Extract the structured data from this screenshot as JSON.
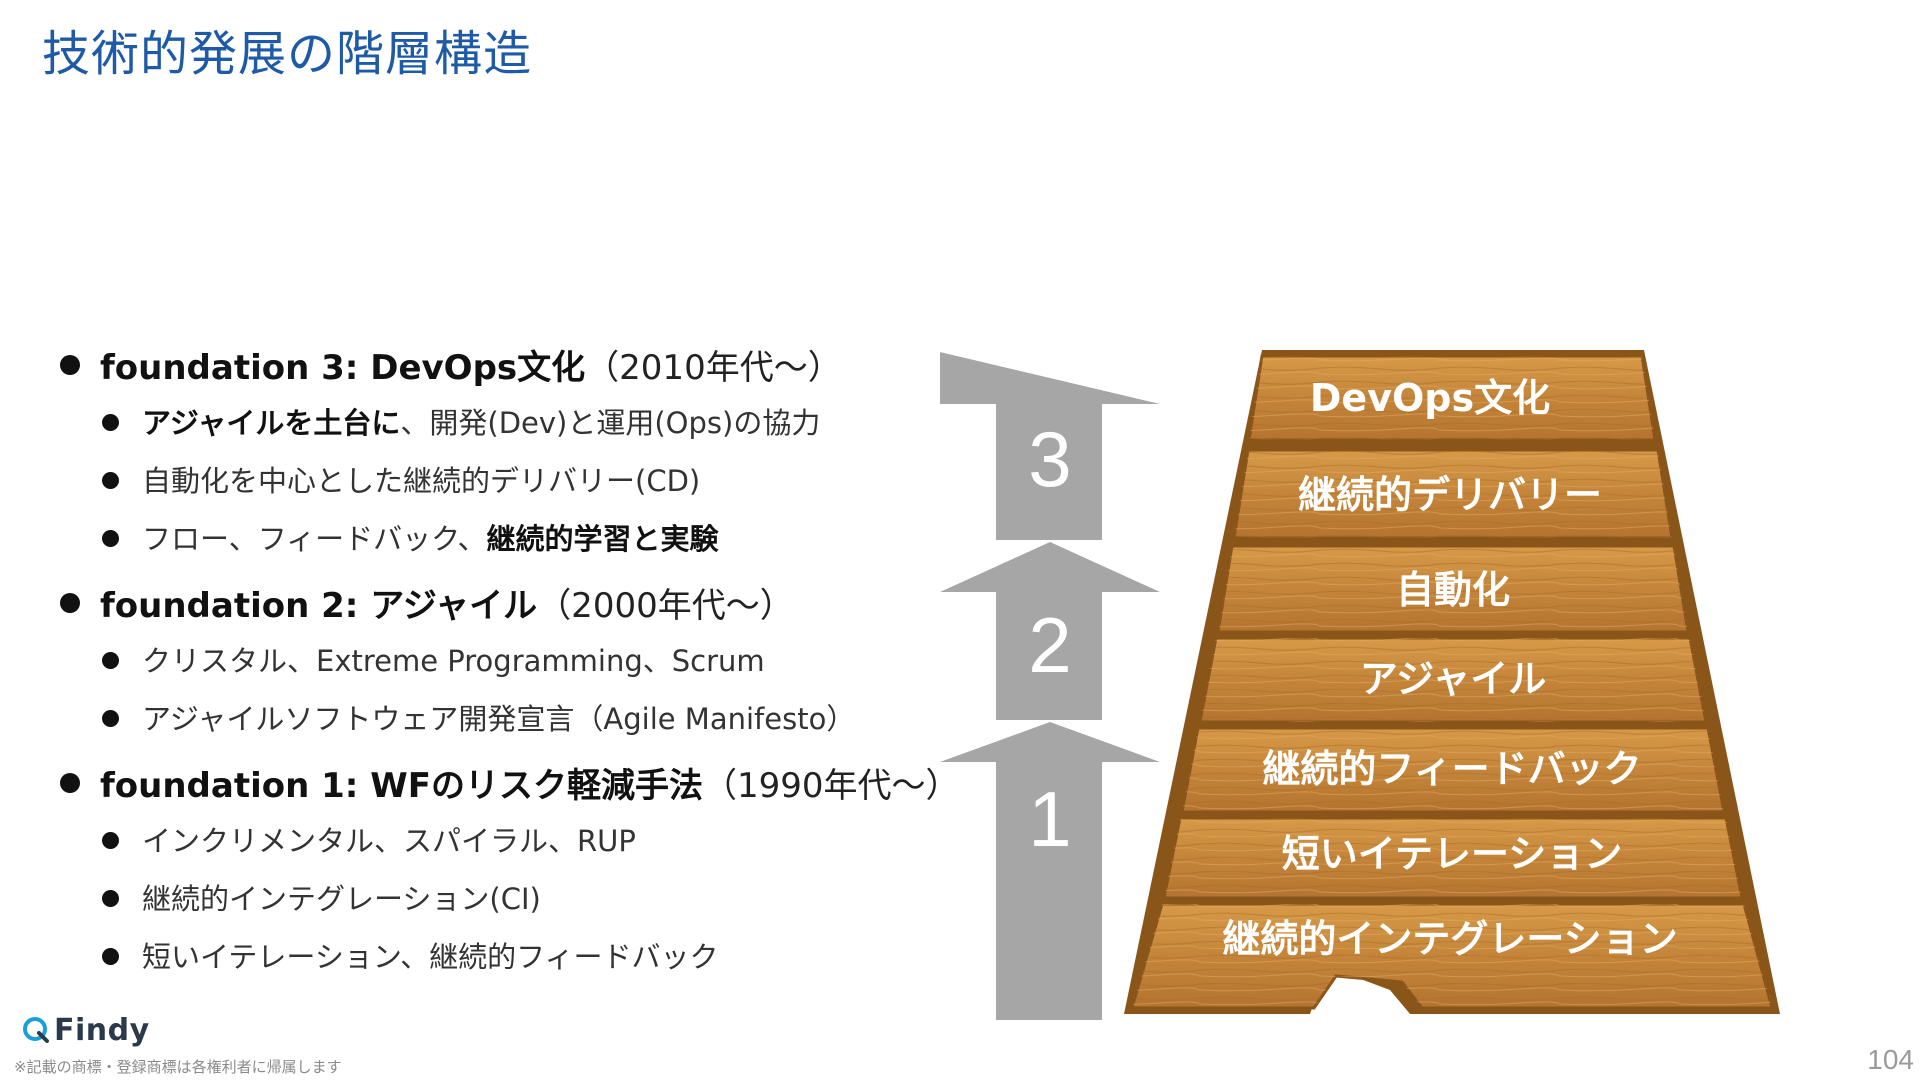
{
  "title": "技術的発展の階層構造",
  "bullets": [
    {
      "parts": [
        {
          "t": "foundation 3: DevOps文化",
          "b": true
        },
        {
          "t": "（2010年代〜）",
          "b": false
        }
      ]
    },
    {
      "parts": [
        {
          "t": "アジャイルを土台に",
          "b": true
        },
        {
          "t": "、開発(Dev)と運用(Ops)の協力",
          "b": false
        }
      ]
    },
    {
      "parts": [
        {
          "t": "自動化を中心とした継続的デリバリー(CD)",
          "b": false
        }
      ]
    },
    {
      "parts": [
        {
          "t": "フロー、フィードバック、",
          "b": false
        },
        {
          "t": "継続的学習と実験",
          "b": true
        }
      ]
    },
    {
      "parts": [
        {
          "t": "foundation 2: アジャイル",
          "b": true
        },
        {
          "t": "（2000年代〜）",
          "b": false
        }
      ]
    },
    {
      "parts": [
        {
          "t": "クリスタル、Extreme Programming、Scrum",
          "b": false
        }
      ]
    },
    {
      "parts": [
        {
          "t": "アジャイルソフトウェア開発宣言（Agile Manifesto）",
          "b": false
        }
      ]
    },
    {
      "parts": [
        {
          "t": "foundation 1: WFのリスク軽減手法",
          "b": true
        },
        {
          "t": "（1990年代〜）",
          "b": false
        }
      ]
    },
    {
      "parts": [
        {
          "t": "インクリメンタル、スパイラル、RUP",
          "b": false
        }
      ]
    },
    {
      "parts": [
        {
          "t": "継続的インテグレーション(CI)",
          "b": false
        }
      ]
    },
    {
      "parts": [
        {
          "t": "短いイテレーション、継続的フィードバック",
          "b": false
        }
      ]
    }
  ],
  "arrows": [
    "3",
    "2",
    "1"
  ],
  "planks": [
    "DevOps文化",
    "継続的デリバリー",
    "自動化",
    "アジャイル",
    "継続的フィードバック",
    "短いイテレーション",
    "継続的インテグレーション"
  ],
  "colors": {
    "title": "#1f5aa6",
    "arrow": "#a6a6a6",
    "wood": "#c98a3a",
    "wood_edge": "#8a5518"
  },
  "logo": {
    "icon": "findy-logo-icon",
    "text": "Findy"
  },
  "footnote": "※記載の商標・登録商標は各権利者に帰属します",
  "page_number": "104"
}
